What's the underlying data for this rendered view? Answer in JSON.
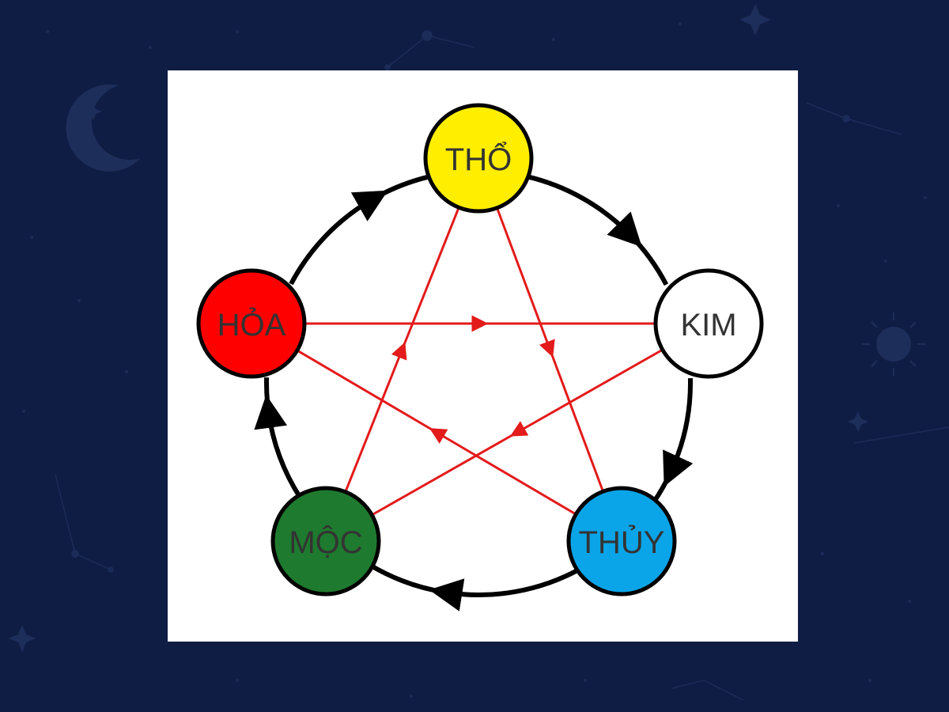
{
  "diagram": {
    "title": "",
    "nodes": [
      {
        "id": "tho",
        "label": "THỔ",
        "color": "#ffee00"
      },
      {
        "id": "kim",
        "label": "KIM",
        "color": "#ffffff"
      },
      {
        "id": "thuy",
        "label": "THỦY",
        "color": "#0aa5e8"
      },
      {
        "id": "moc",
        "label": "MỘC",
        "color": "#1e7a2e"
      },
      {
        "id": "hoa",
        "label": "HỎA",
        "color": "#ff0000"
      }
    ],
    "generating_cycle": [
      [
        "tho",
        "kim"
      ],
      [
        "kim",
        "thuy"
      ],
      [
        "thuy",
        "moc"
      ],
      [
        "moc",
        "hoa"
      ],
      [
        "hoa",
        "tho"
      ]
    ],
    "controlling_cycle": [
      [
        "hoa",
        "kim"
      ],
      [
        "kim",
        "moc"
      ],
      [
        "moc",
        "tho"
      ],
      [
        "tho",
        "thuy"
      ],
      [
        "thuy",
        "hoa"
      ]
    ],
    "colors": {
      "generating": "#000000",
      "controlling": "#e31b1b",
      "background": "#0f1d44",
      "card": "#ffffff"
    }
  }
}
